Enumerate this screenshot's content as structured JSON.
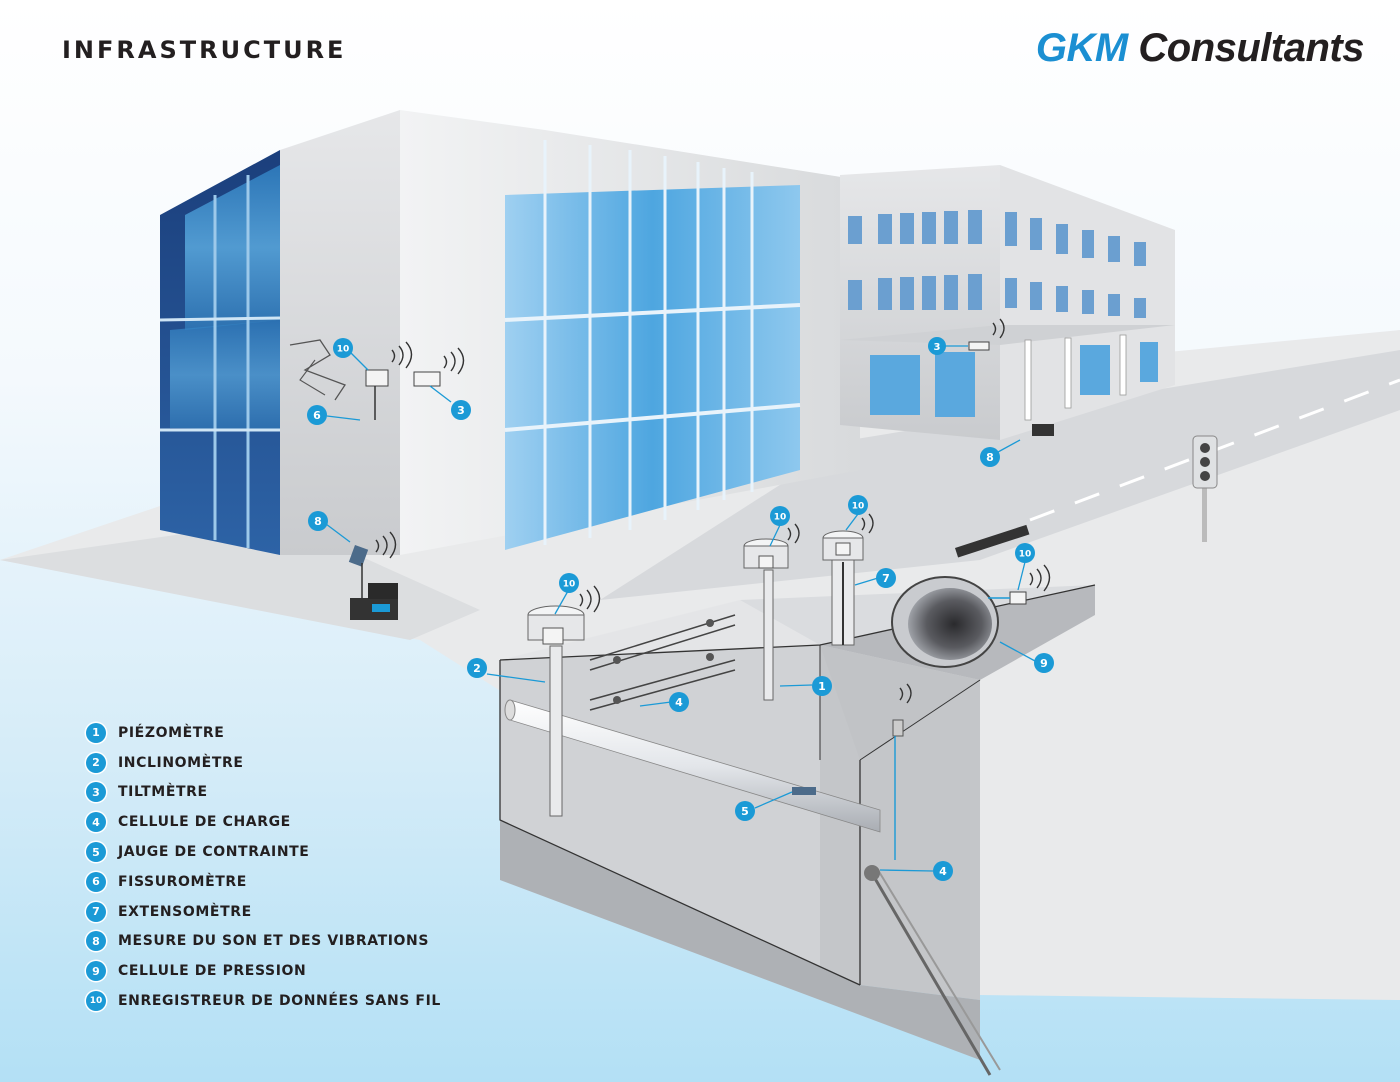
{
  "header": {
    "title": "INFRASTRUCTURE"
  },
  "brand": {
    "logo_part1": "GKM",
    "logo_part2": "Consultants",
    "accent_color": "#1b8fd2"
  },
  "legend": [
    {
      "number": "1",
      "label": "PIÉZOMÈTRE"
    },
    {
      "number": "2",
      "label": "INCLINOMÈTRE"
    },
    {
      "number": "3",
      "label": "TILTMÈTRE"
    },
    {
      "number": "4",
      "label": "CELLULE DE CHARGE"
    },
    {
      "number": "5",
      "label": "JAUGE DE CONTRAINTE"
    },
    {
      "number": "6",
      "label": "FISSUROMÈTRE"
    },
    {
      "number": "7",
      "label": "EXTENSOMÈTRE"
    },
    {
      "number": "8",
      "label": "MESURE DU SON ET DES VIBRATIONS"
    },
    {
      "number": "9",
      "label": "CELLULE DE PRESSION"
    },
    {
      "number": "10",
      "label": "ENREGISTREUR DE DONNÉES SANS FIL"
    }
  ],
  "callouts": [
    {
      "number": "10"
    },
    {
      "number": "6"
    },
    {
      "number": "3"
    },
    {
      "number": "3"
    },
    {
      "number": "8"
    },
    {
      "number": "8"
    },
    {
      "number": "10"
    },
    {
      "number": "10"
    },
    {
      "number": "10"
    },
    {
      "number": "10"
    },
    {
      "number": "7"
    },
    {
      "number": "2"
    },
    {
      "number": "4"
    },
    {
      "number": "1"
    },
    {
      "number": "9"
    },
    {
      "number": "5"
    },
    {
      "number": "4"
    }
  ]
}
